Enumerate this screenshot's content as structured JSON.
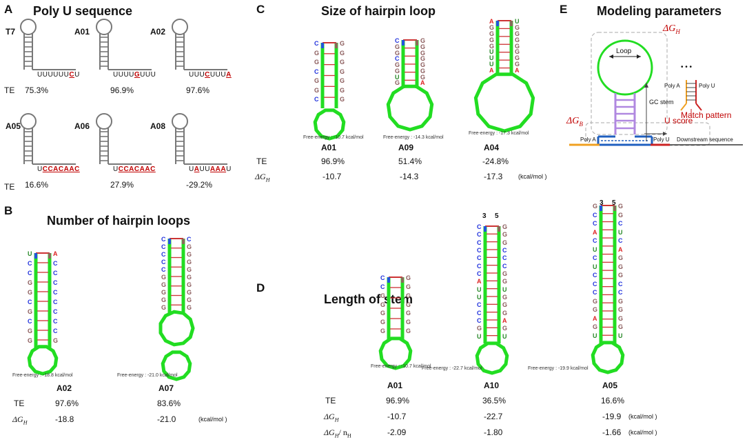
{
  "panels": {
    "A": {
      "label": "A",
      "title": "Poly U sequence",
      "te_label": "TE",
      "constructs": [
        {
          "name": "T7",
          "seq": [
            [
              "UUUUUU",
              false
            ],
            [
              "C",
              true
            ],
            [
              "U",
              false
            ]
          ],
          "te": "75.3%"
        },
        {
          "name": "A01",
          "seq": [
            [
              "UUUU",
              false
            ],
            [
              "G",
              true
            ],
            [
              "UUU",
              false
            ]
          ],
          "te": "96.9%"
        },
        {
          "name": "A02",
          "seq": [
            [
              "UUU",
              false
            ],
            [
              "C",
              true
            ],
            [
              "UUU",
              false
            ],
            [
              "A",
              true
            ]
          ],
          "te": "97.6%"
        },
        {
          "name": "A05",
          "seq": [
            [
              "U",
              false
            ],
            [
              "CCACAAC",
              true
            ]
          ],
          "te": "16.6%"
        },
        {
          "name": "A06",
          "seq": [
            [
              "U",
              false
            ],
            [
              "CCACAAC",
              true
            ]
          ],
          "te": "27.9%"
        },
        {
          "name": "A08",
          "seq": [
            [
              "U",
              false
            ],
            [
              "A",
              true
            ],
            [
              "UU",
              false
            ],
            [
              "AAA",
              true
            ],
            [
              "U",
              false
            ]
          ],
          "te": "-29.2%"
        }
      ]
    },
    "B": {
      "label": "B",
      "title": "Number of hairpin loops",
      "te_label": "TE",
      "dg_label": "ΔG",
      "dg_sub": "H",
      "unit": "(kcal/mol )",
      "structures": [
        {
          "name": "A02",
          "te": "97.6%",
          "dg": "-18.8",
          "fe": "Free-energy : -18.8 kcal/mol"
        },
        {
          "name": "A07",
          "te": "83.6%",
          "dg": "-21.0",
          "fe": "Free-energy : -21.0 kcal/mol"
        }
      ]
    },
    "C": {
      "label": "C",
      "title": "Size of hairpin loop",
      "te_label": "TE",
      "dg_label": "ΔG",
      "dg_sub": "H",
      "unit": "(kcal/mol )",
      "structures": [
        {
          "name": "A01",
          "te": "96.9%",
          "dg": "-10.7",
          "fe": "Free-energy : -10.7 kcal/mol"
        },
        {
          "name": "A09",
          "te": "51.4%",
          "dg": "-14.3",
          "fe": "Free-energy : -14.3 kcal/mol"
        },
        {
          "name": "A04",
          "te": "-24.8%",
          "dg": "-17.3",
          "fe": "Free-energy : -17.3 kcal/mol"
        }
      ]
    },
    "D": {
      "label": "D",
      "title": "Length of stem",
      "te_label": "TE",
      "dg_label": "ΔG",
      "dg_sub": "H",
      "dgn_label": "ΔG",
      "dgn_sub": "H",
      "dgn_tail": "/ n",
      "dgn_tail_sub": "H",
      "unit": "(kcal/mol )",
      "structures": [
        {
          "name": "A01",
          "te": "96.9%",
          "dg": "-10.7",
          "dgn": "-2.09",
          "fe": "Free-energy : -10.7 kcal/mol"
        },
        {
          "name": "A10",
          "te": "36.5%",
          "dg": "-22.7",
          "dgn": "-1.80",
          "fe": "Free-energy : -22.7 kcal/mol"
        },
        {
          "name": "A05",
          "te": "16.6%",
          "dg": "-19.9",
          "dgn": "-1.66",
          "fe": "Free-energy : -19.9 kcal/mol"
        }
      ],
      "ends": {
        "three": "3",
        "five": "5"
      }
    },
    "E": {
      "label": "E",
      "title": "Modeling parameters",
      "loop": "Loop",
      "dgh": "ΔG",
      "dgh_sub": "H",
      "dgb": "ΔG",
      "dgb_sub": "B",
      "gc_stem": "GC stem",
      "u_score": "U score",
      "poly_a": "Poly A",
      "poly_u": "Poly U",
      "downstream": "Downstream sequence",
      "legend_poly_a": "Poly A",
      "legend_poly_u": "Poly U",
      "match_pattern": "Match pattern",
      "dots": "• • •"
    }
  },
  "colors": {
    "stem": "#22dd22",
    "pair": "#cc3333",
    "highlight": "#c00000",
    "purple": "#b088e0",
    "blue": "#1f5fbf",
    "polya": "#f0a020",
    "polyu": "#cc2222"
  }
}
